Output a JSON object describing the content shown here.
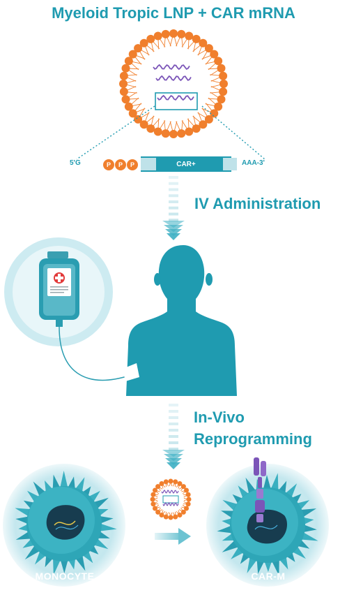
{
  "title": "Myeloid Tropic LNP + CAR mRNA",
  "mrna": {
    "five_prime": "5'G",
    "cap": [
      "P",
      "P",
      "P"
    ],
    "coding_label": "CAR+",
    "three_prime": "AAA-3'"
  },
  "steps": {
    "iv": "IV Administration",
    "invivo_line1": "In-Vivo",
    "invivo_line2": "Reprogramming"
  },
  "cells": {
    "monocyte": "MONOCYTE",
    "carm": "CAR-M"
  },
  "colors": {
    "teal": "#1f9bb0",
    "teal_light": "#c8e9ef",
    "orange": "#f07f2d",
    "purple": "#7b55b8"
  },
  "icons": [
    "lipid-nanoparticle-icon",
    "iv-bag-icon",
    "human-silhouette-icon",
    "monocyte-cell-icon",
    "car-macrophage-cell-icon",
    "car-receptor-icon",
    "down-arrow-icon",
    "right-arrow-icon"
  ]
}
